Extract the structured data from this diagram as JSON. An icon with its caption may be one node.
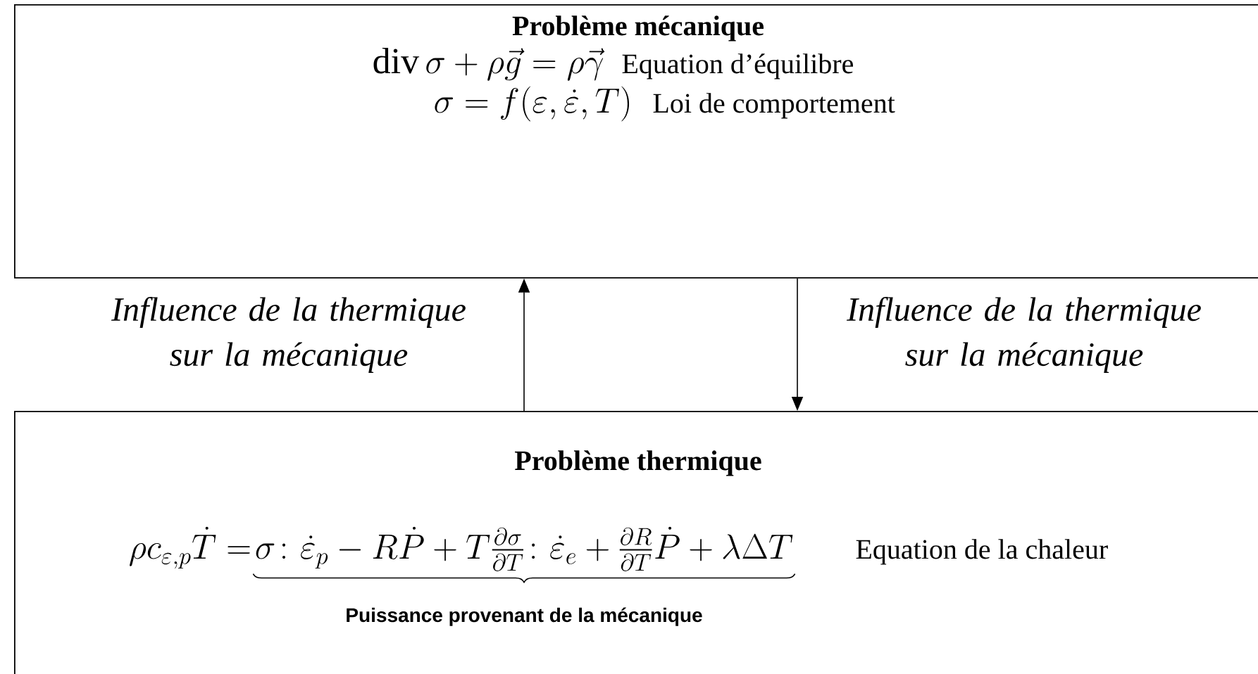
{
  "diagram": {
    "nodes": [
      {
        "text": [
          "Problème mécanique",
          "\\mathrm{div}\\,\\sigma+\\rho\\vec{g}=\\rho\\vec{\\gamma}",
          "Equation d’équilibre",
          "\\sigma=f(\\varepsilon,\\dot{\\varepsilon},T)",
          "Loi de comportement"
        ]
      },
      {
        "text": [
          "Problème thermique",
          "\\rho c_{\\varepsilon,p}\\dot{T}=",
          "\\sigma\\colon\\dot{\\varepsilon}_p-R\\dot{P}+T\\frac{\\partial\\sigma}{\\partial T}\\colon\\dot{\\varepsilon}_e+\\frac{\\partial R}{\\partial T}\\dot{P}+\\lambda\\Delta T",
          "Puissance provenant de la mécanique",
          "Equation de la chaleur"
        ]
      }
    ],
    "edges": [
      {
        "from": 1,
        "to": 0,
        "arrow": "to",
        "label": "Influence de la thermique sur la mécanique"
      },
      {
        "from": 0,
        "to": 1,
        "arrow": "to",
        "label": "Influence de la thermique sur la mécanique"
      }
    ]
  }
}
